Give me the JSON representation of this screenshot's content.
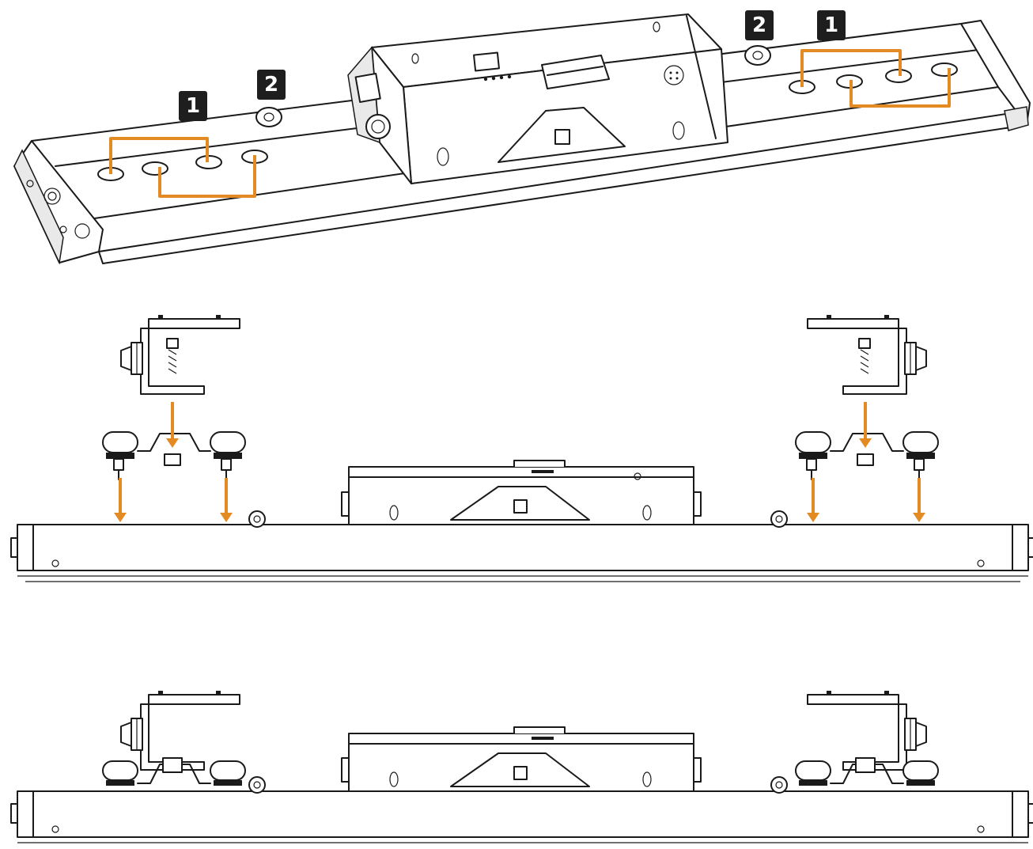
{
  "callouts": {
    "left_one": "1",
    "left_two": "2",
    "right_two": "2",
    "right_one": "1"
  },
  "colors": {
    "accent": "#e38a22",
    "line": "#1a1a1a",
    "badge": "#1e1e1e"
  }
}
